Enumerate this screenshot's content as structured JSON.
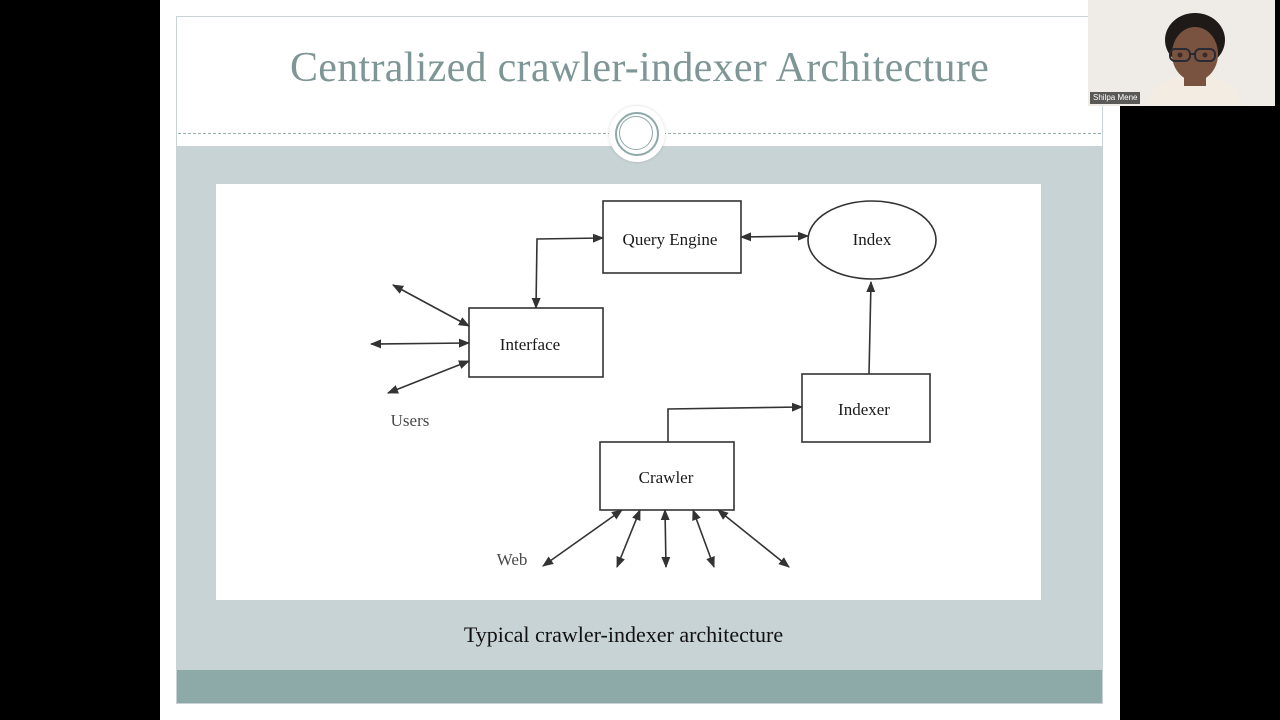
{
  "slide": {
    "title": "Centralized crawler-indexer Architecture",
    "caption": "Typical crawler-indexer architecture"
  },
  "diagram": {
    "nodes": {
      "query_engine": "Query Engine",
      "index": "Index",
      "interface": "Interface",
      "indexer": "Indexer",
      "crawler": "Crawler"
    },
    "labels": {
      "users": "Users",
      "web": "Web"
    }
  },
  "video_tile": {
    "participant_name": "Shilpa Mene"
  },
  "colors": {
    "title": "#7e9695",
    "panel": "#c8d3d6",
    "footer_band": "#8eaaa8"
  }
}
